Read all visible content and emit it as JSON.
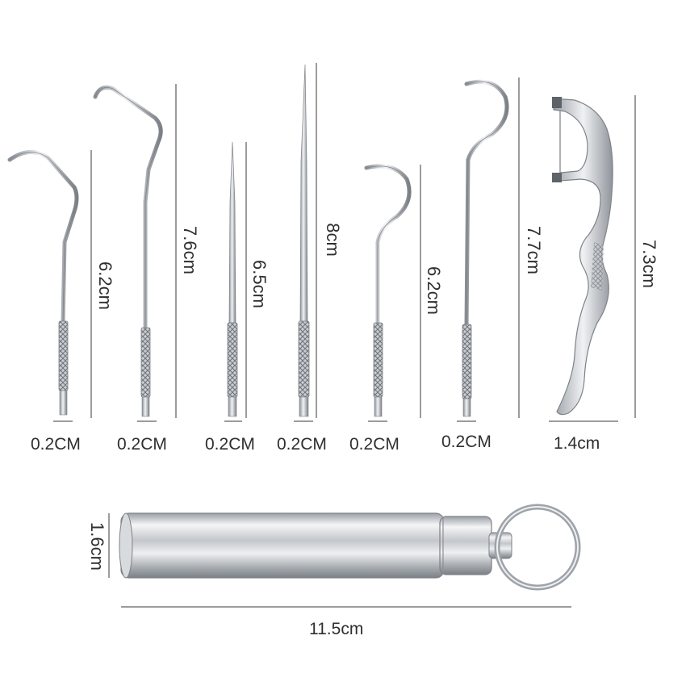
{
  "colors": {
    "metal_light": "#eceef0",
    "metal_mid": "#b9bec3",
    "metal_dark": "#7d8288",
    "dimension_line": "#3a3a3a",
    "text": "#2f2f2f"
  },
  "tools": [
    {
      "name": "hook-pick-1",
      "length": "6.2cm",
      "width": "0.2CM"
    },
    {
      "name": "hook-pick-2",
      "length": "7.6cm",
      "width": "0.2CM"
    },
    {
      "name": "needle-pick-1",
      "length": "6.5cm",
      "width": "0.2CM"
    },
    {
      "name": "needle-pick-2",
      "length": "8cm",
      "width": "0.2CM"
    },
    {
      "name": "curved-hook",
      "length": "6.2cm",
      "width": "0.2CM"
    },
    {
      "name": "long-curved-hook",
      "length": "7.7cm",
      "width": "0.2CM"
    },
    {
      "name": "floss-pick",
      "length": "7.3cm",
      "width": "1.4cm"
    }
  ],
  "case": {
    "diameter": "1.6cm",
    "length": "11.5cm"
  }
}
